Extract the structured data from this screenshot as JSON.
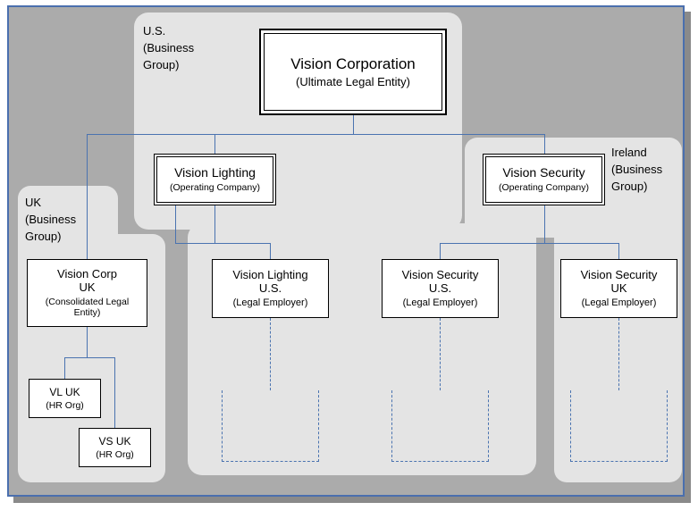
{
  "regions": {
    "us": {
      "label": "U.S. (Business Group)"
    },
    "uk": {
      "label": "UK (Business Group)"
    },
    "ireland": {
      "label": "Ireland (Business Group)"
    }
  },
  "nodes": {
    "vision_corporation": {
      "title": "Vision Corporation",
      "subtitle": "(Ultimate Legal Entity)"
    },
    "vision_lighting": {
      "title": "Vision Lighting",
      "subtitle": "(Operating Company)"
    },
    "vision_security": {
      "title": "Vision Security",
      "subtitle": "(Operating Company)"
    },
    "vision_corp_uk": {
      "title": "Vision Corp UK",
      "subtitle": "(Consolidated Legal Entity)"
    },
    "vision_lighting_us": {
      "title": "Vision Lighting U.S.",
      "subtitle": "(Legal Employer)"
    },
    "vision_security_us": {
      "title": "Vision Security U.S.",
      "subtitle": "(Legal Employer)"
    },
    "vision_security_uk": {
      "title": "Vision Security UK",
      "subtitle": "(Legal Employer)"
    },
    "vl_uk": {
      "title": "VL UK",
      "subtitle": "(HR Org)"
    },
    "vs_uk": {
      "title": "VS UK",
      "subtitle": "(HR Org)"
    }
  },
  "colors": {
    "slide_border": "#4a6fae",
    "slide_fill": "#ababab",
    "region_fill": "#e4e4e4",
    "connector": "#4a73b0",
    "node_border": "#000000",
    "node_fill": "#ffffff",
    "shadow": "#8a8a8a"
  }
}
